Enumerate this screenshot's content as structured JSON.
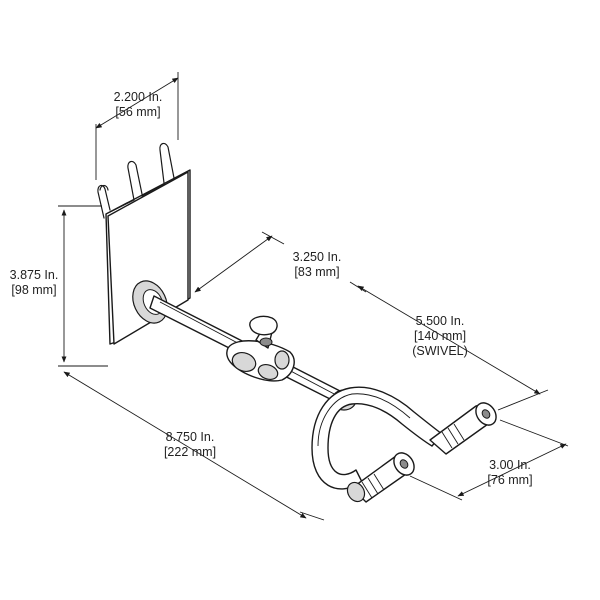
{
  "dimensions": {
    "top_width": {
      "line1": "2.200 In.",
      "line2": "[56 mm]"
    },
    "height": {
      "line1": "3.875 In.",
      "line2": "[98 mm]"
    },
    "arm_offset": {
      "line1": "3.250 In.",
      "line2": "[83 mm]"
    },
    "swivel_length": {
      "line1": "5.500 In.",
      "line2": "[140 mm]",
      "line3": "(SWIVEL)"
    },
    "overall_length": {
      "line1": "8.750 In.",
      "line2": "[222 mm]"
    },
    "yoke_width": {
      "line1": "3.00 In.",
      "line2": "[76 mm]"
    }
  }
}
